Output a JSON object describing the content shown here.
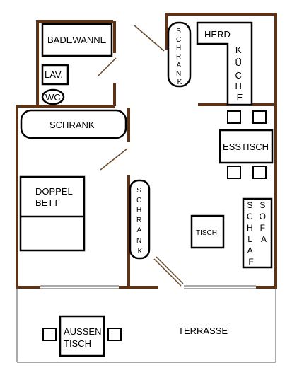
{
  "rooms": {
    "badewanne": "BADEWANNE",
    "lav": "LAV.",
    "wc": "WC",
    "schrank_bath": [
      "S",
      "C",
      "H",
      "R",
      "A",
      "N",
      "K"
    ],
    "herd": "HERD",
    "kueche": [
      "K",
      "Ü",
      "C",
      "H",
      "E"
    ],
    "schrank_main": "SCHRANK",
    "esstisch": "ESSTISCH",
    "doppelbett_line1": "DOPPEL",
    "doppelbett_line2": "BETT",
    "schrank_middle": [
      "S",
      "C",
      "H",
      "R",
      "A",
      "N",
      "K"
    ],
    "tisch": "TISCH",
    "schlaf": [
      "S",
      "C",
      "H",
      "L",
      "A",
      "F"
    ],
    "sofa": [
      "S",
      "O",
      "F",
      "A"
    ],
    "aussentisch_line1": "AUSSEN",
    "aussentisch_line2": "TISCH",
    "terrasse": "TERRASSE"
  },
  "colors": {
    "wall": "#5c3317",
    "furniture": "#000000",
    "background": "#ffffff"
  }
}
